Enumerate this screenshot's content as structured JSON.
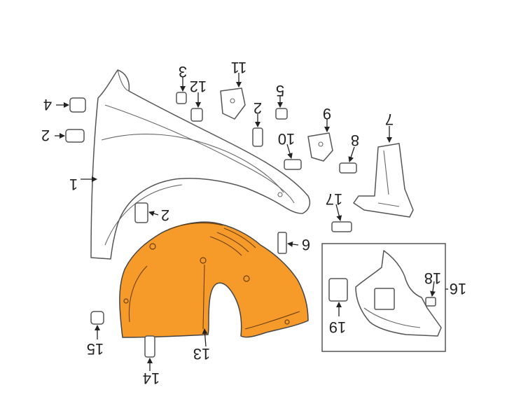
{
  "diagram": {
    "callouts": {
      "c1": "1",
      "c2a": "2",
      "c2b": "2",
      "c2c": "2",
      "c3": "3",
      "c4": "4",
      "c5": "5",
      "c6": "6",
      "c7": "7",
      "c8": "8",
      "c9": "9",
      "c10": "10",
      "c11": "11",
      "c12": "12",
      "c13": "13",
      "c14": "14",
      "c15": "15",
      "c16": "16",
      "c17": "17",
      "c18": "18",
      "c19": "19"
    },
    "colors": {
      "liner_fill": "#f69b2a",
      "line": "#555555",
      "label": "#222222"
    }
  }
}
